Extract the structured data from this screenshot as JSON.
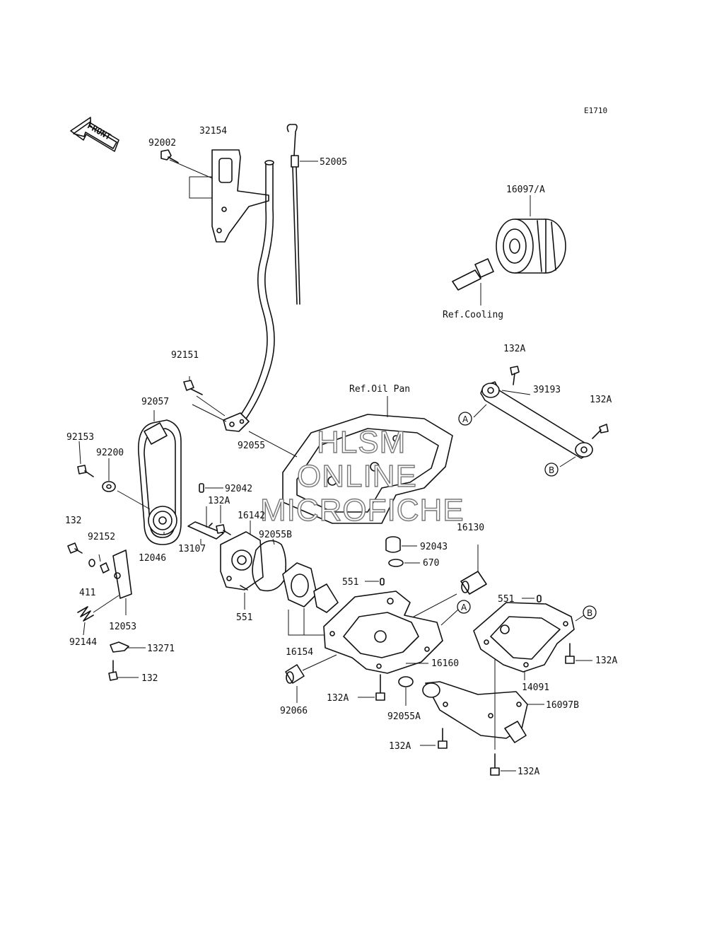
{
  "figure_id": "E1710",
  "front_label": "FRONT",
  "refs": {
    "cooling": "Ref.Cooling",
    "oil_pan": "Ref.Oil Pan"
  },
  "watermark": [
    "HLSM",
    "ONLINE",
    "MICROFICHE"
  ],
  "markers": {
    "a": "A",
    "b": "B"
  },
  "labels": {
    "p32154": "32154",
    "p92002": "92002",
    "p52005": "52005",
    "p16097a": "16097/A",
    "p132a_top": "132A",
    "p39193": "39193",
    "p132a_right": "132A",
    "p92151": "92151",
    "p92057": "92057",
    "p92153": "92153",
    "p92200": "92200",
    "p92055": "92055",
    "p92042": "92042",
    "p132a_mid": "132A",
    "p16142": "16142",
    "p92055b": "92055B",
    "p16130": "16130",
    "p132_left": "132",
    "p92152": "92152",
    "p12046": "12046",
    "p13107": "13107",
    "p92043": "92043",
    "p670": "670",
    "p411": "411",
    "p551_a": "551",
    "p551_b": "551",
    "p551_c": "551",
    "p12053": "12053",
    "p92144": "92144",
    "p16154": "16154",
    "p13271": "13271",
    "p132_bottom": "132",
    "p16160": "16160",
    "p132a_r2": "132A",
    "p14091": "14091",
    "p92066": "92066",
    "p132a_low": "132A",
    "p92055a": "92055A",
    "p16097b": "16097B",
    "p132a_low2": "132A",
    "p132a_bottom": "132A"
  }
}
